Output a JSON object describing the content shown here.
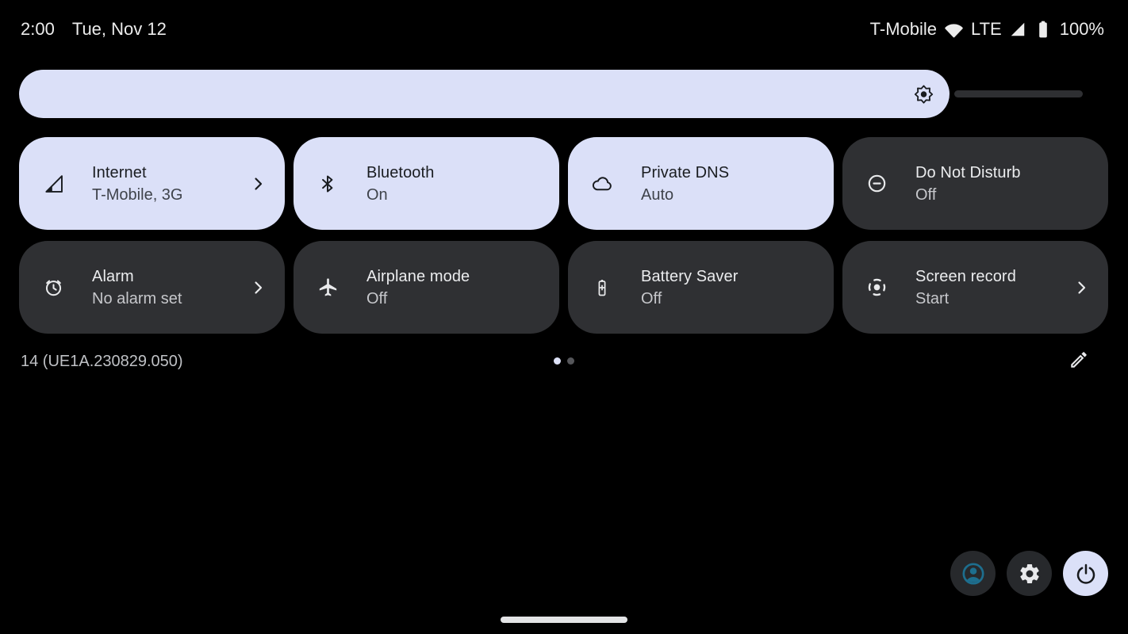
{
  "status_bar": {
    "time": "2:00",
    "date": "Tue, Nov 12",
    "carrier": "T-Mobile",
    "network_type": "LTE",
    "battery_percent": "100%",
    "icons": [
      "wifi-icon",
      "cellular-signal-icon",
      "battery-full-icon"
    ]
  },
  "brightness": {
    "level_percent": 87,
    "icon": "brightness-medium-icon"
  },
  "tiles": [
    {
      "title": "Internet",
      "subtitle": "T-Mobile, 3G",
      "state": "active",
      "icon": "cellular-signal-icon",
      "has_chevron": true
    },
    {
      "title": "Bluetooth",
      "subtitle": "On",
      "state": "active",
      "icon": "bluetooth-icon",
      "has_chevron": false
    },
    {
      "title": "Private DNS",
      "subtitle": "Auto",
      "state": "active",
      "icon": "cloud-icon",
      "has_chevron": false
    },
    {
      "title": "Do Not Disturb",
      "subtitle": "Off",
      "state": "inactive",
      "icon": "do-not-disturb-icon",
      "has_chevron": false
    },
    {
      "title": "Alarm",
      "subtitle": "No alarm set",
      "state": "inactive",
      "icon": "alarm-clock-icon",
      "has_chevron": true
    },
    {
      "title": "Airplane mode",
      "subtitle": "Off",
      "state": "inactive",
      "icon": "airplane-icon",
      "has_chevron": false
    },
    {
      "title": "Battery Saver",
      "subtitle": "Off",
      "state": "inactive",
      "icon": "battery-saver-icon",
      "has_chevron": false
    },
    {
      "title": "Screen record",
      "subtitle": "Start",
      "state": "inactive",
      "icon": "screen-record-icon",
      "has_chevron": true
    }
  ],
  "footer": {
    "build_number": "14 (UE1A.230829.050)",
    "page_count": 2,
    "active_page": 1,
    "edit_icon": "pencil-icon"
  },
  "bottom_actions": [
    {
      "name": "user",
      "icon": "person-icon"
    },
    {
      "name": "settings",
      "icon": "gear-icon"
    },
    {
      "name": "power",
      "icon": "power-icon"
    }
  ],
  "colors": {
    "accent_tile": "#dbe0f8",
    "inactive_tile": "#2f3033",
    "background": "#000000",
    "avatar_accent": "#1d6e8e"
  }
}
